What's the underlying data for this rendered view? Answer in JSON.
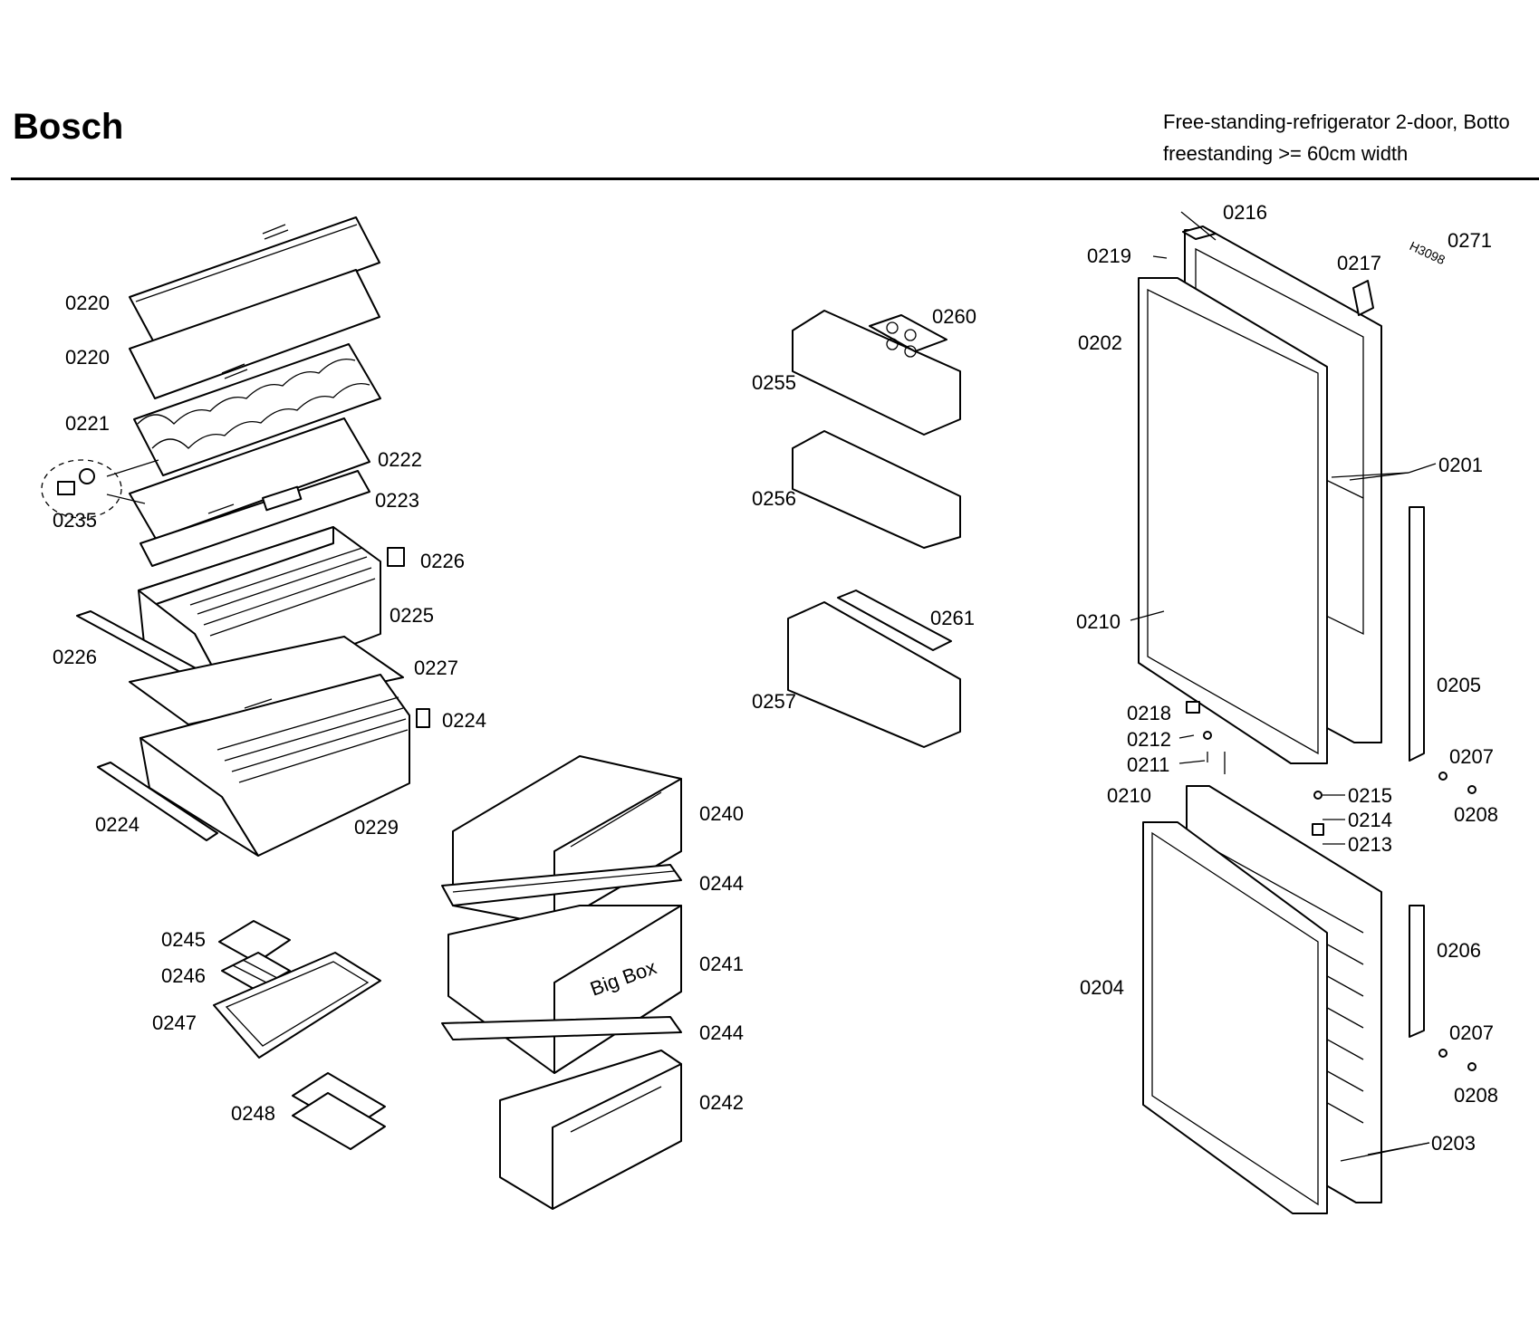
{
  "header": {
    "brand": "Bosch",
    "description_line1": "Free-standing-refrigerator 2-door, Botto",
    "description_line2": "freestanding >= 60cm width"
  },
  "diagram_code": "H3098",
  "callouts": [
    "0220",
    "0220",
    "0221",
    "0222",
    "0223",
    "0235",
    "0226",
    "0225",
    "0226",
    "0227",
    "0224",
    "0224",
    "0229",
    "0245",
    "0246",
    "0247",
    "0248",
    "0240",
    "0244",
    "0241",
    "0244",
    "0242",
    "0260",
    "0255",
    "0256",
    "0261",
    "0257",
    "0216",
    "0219",
    "0217",
    "0271",
    "0202",
    "0201",
    "0210",
    "0205",
    "0218",
    "0212",
    "0211",
    "0210",
    "0215",
    "0214",
    "0213",
    "0207",
    "0208",
    "0204",
    "0206",
    "0207",
    "0208",
    "0203"
  ],
  "drawer_text": "Big Box"
}
